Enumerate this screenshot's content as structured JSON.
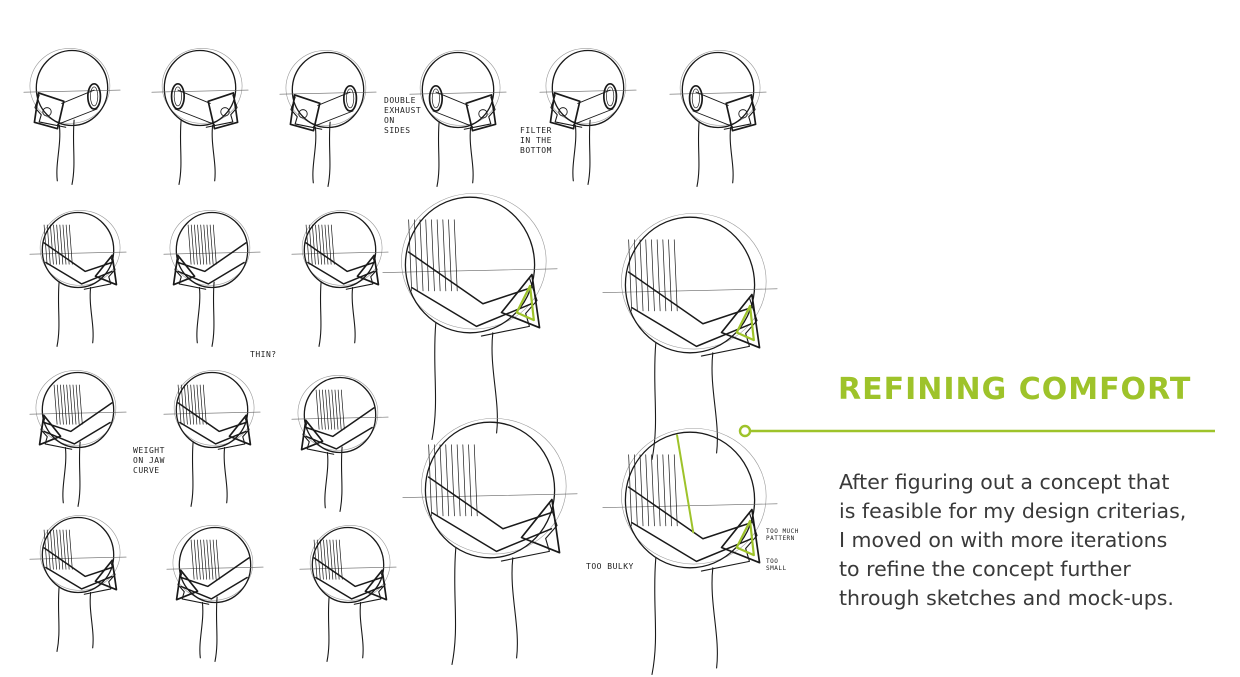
{
  "title": "REFINING COMFORT",
  "description_lines": [
    "After figuring out a concept that",
    "is feasible for my design criterias,",
    "I moved on with more iterations",
    "to refine the concept further",
    "through sketches and mock-ups."
  ],
  "sketch_notes": {
    "double_exhaust": "DOUBLE\nEXHAUST\nON\nSIDES",
    "filter_bottom": "FILTER\nIN THE\nBOTTOM",
    "thin": "THIN?",
    "weight_jaw": "WEIGHT\nON JAW\nCURVE",
    "too_bulky": "TOO BULKY",
    "too_much_pattern": "TOO MUCH\nPATTERN",
    "too_small": "TOO SMALL"
  },
  "colors": {
    "accent": "#9ec32a",
    "text": "#3a3a3a",
    "ink": "#1a1a1a"
  }
}
